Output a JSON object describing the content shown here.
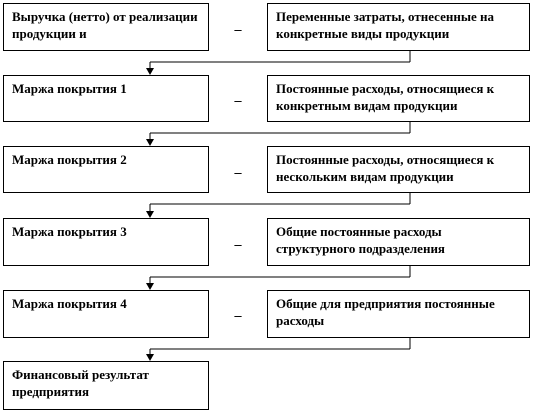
{
  "rows": [
    {
      "left": "Выручка (нетто) от реализации продукции и",
      "op": "_",
      "right": "Переменные затраты, отнесенные на конкретные виды продукции"
    },
    {
      "left": "Маржа покрытия 1",
      "op": "_",
      "right": "Постоянные расходы, относящиеся к конкретным видам продукции"
    },
    {
      "left": "Маржа покрытия 2",
      "op": "_",
      "right": "Постоянные расходы, относящиеся к  нескольким видам продукции"
    },
    {
      "left": "Маржа покрытия 3",
      "op": "_",
      "right": "Общие постоянные расходы структурного  подразделения"
    },
    {
      "left": "Маржа покрытия 4",
      "op": "_",
      "right": "Общие для предприятия постоянные расходы"
    }
  ],
  "result": "Финансовый результат предприятия"
}
